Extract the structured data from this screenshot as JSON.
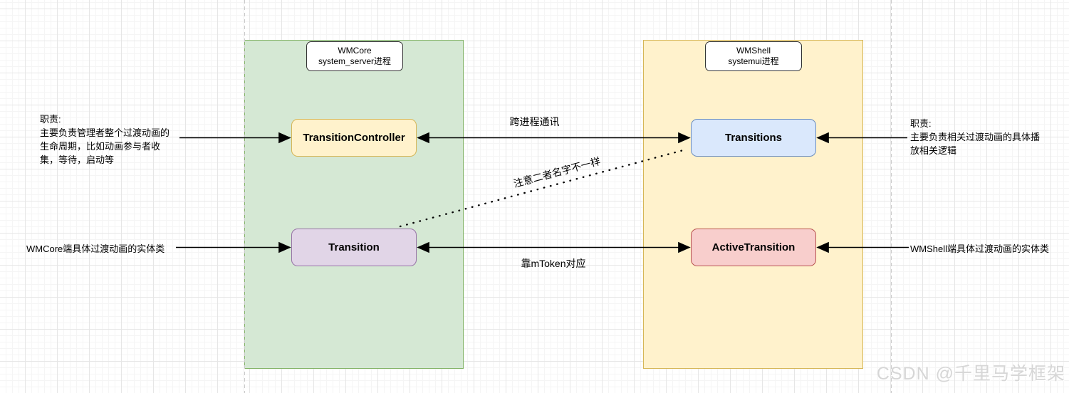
{
  "containers": {
    "wmcore": {
      "title_line1": "WMCore",
      "title_line2": "system_server进程",
      "fill": "#d5e8d4",
      "border": "#82b366"
    },
    "wmshell": {
      "title_line1": "WMShell",
      "title_line2": "systemui进程",
      "fill": "#fff2cc",
      "border": "#d6b656"
    }
  },
  "nodes": {
    "transition_controller": {
      "label": "TransitionController",
      "fill": "#fff2cc",
      "border": "#d6b656"
    },
    "transitions": {
      "label": "Transitions",
      "fill": "#dae8fc",
      "border": "#6c8ebf"
    },
    "transition": {
      "label": "Transition",
      "fill": "#e1d5e7",
      "border": "#9673a6"
    },
    "active_transition": {
      "label": "ActiveTransition",
      "fill": "#f8cecc",
      "border": "#b85450"
    }
  },
  "edge_labels": {
    "cross_process": "跨进程通讯",
    "name_note": "注意二者名字不一样",
    "token_mapping": "靠mToken对应"
  },
  "annotations": {
    "wmcore_duty": {
      "lines": [
        "职责:",
        "主要负责管理者整个过渡动画的",
        "生命周期，比如动画参与者收",
        "集，等待，启动等"
      ]
    },
    "wmshell_duty": {
      "lines": [
        "职责:",
        "主要负责相关过渡动画的具体播",
        "放相关逻辑"
      ]
    },
    "wmcore_entity": "WMCore端具体过渡动画的实体类",
    "wmshell_entity": "WMShell端具体过渡动画的实体类"
  },
  "watermark": "CSDN @千里马学框架",
  "edge_color": "#000000",
  "page_boundary_color": "#c8c8c8"
}
